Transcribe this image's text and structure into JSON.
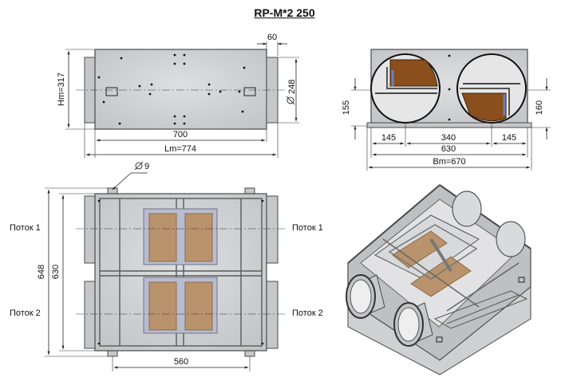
{
  "title": "RP-M*2 250",
  "top_view": {
    "dim_spigot": "60",
    "dim_diameter": "248",
    "dim_height": "Hm=317",
    "dim_body": "700",
    "dim_total": "Lm=774"
  },
  "front_view": {
    "dim_left_h": "155",
    "dim_right_h": "160",
    "dim_145_left": "145",
    "dim_340": "340",
    "dim_145_right": "145",
    "dim_630": "630",
    "dim_total": "Bm=670"
  },
  "plan_view": {
    "dim_hole": "9",
    "dim_648": "648",
    "dim_630": "630",
    "dim_560": "560",
    "flow1_left": "Поток 1",
    "flow1_right": "Поток 1",
    "flow2_left": "Поток 2",
    "flow2_right": "Поток 2"
  },
  "colors": {
    "steel": "#d3d4d6",
    "filter": "#b9936b",
    "heat_exchanger": "#8a4f1c"
  }
}
